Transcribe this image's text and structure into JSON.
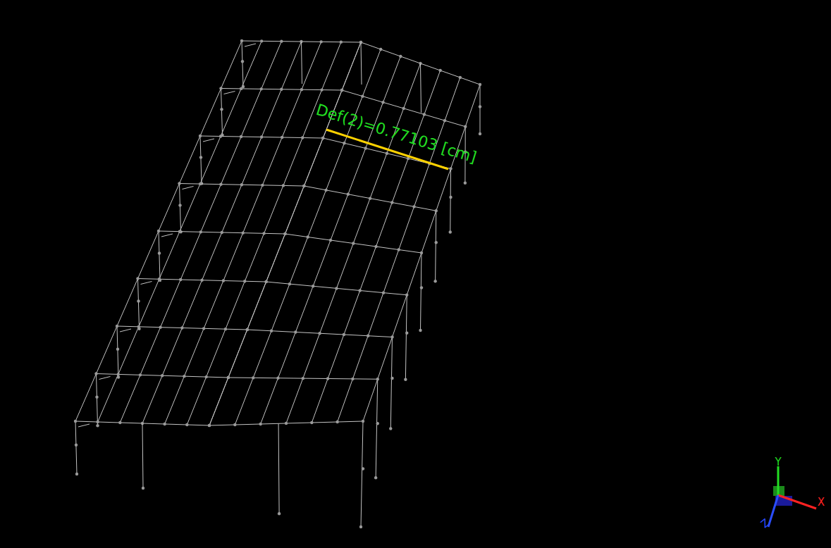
{
  "diagram": {
    "labels": [
      "Def(2)=0.77103 [cm]",
      "Y",
      "X",
      "Z"
    ]
  }
}
